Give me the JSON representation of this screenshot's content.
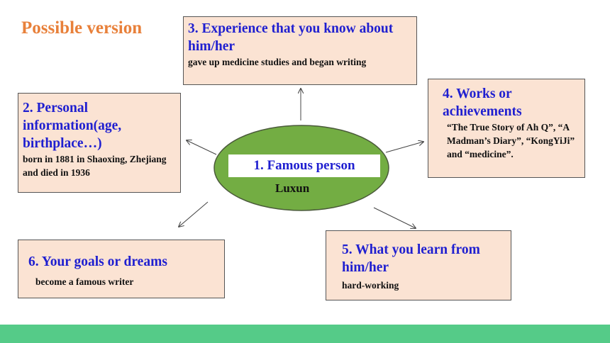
{
  "heading": "Possible version",
  "center": {
    "label": "1.  Famous person",
    "name": "Luxun"
  },
  "boxes": {
    "experience": {
      "title": "3. Experience that you know about him/her",
      "detail": "gave up medicine studies and began writing"
    },
    "personal": {
      "title": "2. Personal information(age, birthplace…)",
      "detail": "born in 1881 in Shaoxing, Zhejiang and died in 1936"
    },
    "works": {
      "title": "4. Works or achievements",
      "detail": "“The True Story of Ah Q”, “A Madman’s Diary”, “KongYiJi” and “medicine”."
    },
    "goals": {
      "title": "6. Your goals or dreams",
      "detail": "become a famous writer"
    },
    "learn": {
      "title": "5. What you learn from him/her",
      "detail": "hard-working"
    }
  },
  "colors": {
    "heading": "#e8803a",
    "title": "#1f1fd0",
    "ellipse": "#73ad43",
    "box_fill": "#fbe3d3",
    "footer": "#55cb88"
  }
}
